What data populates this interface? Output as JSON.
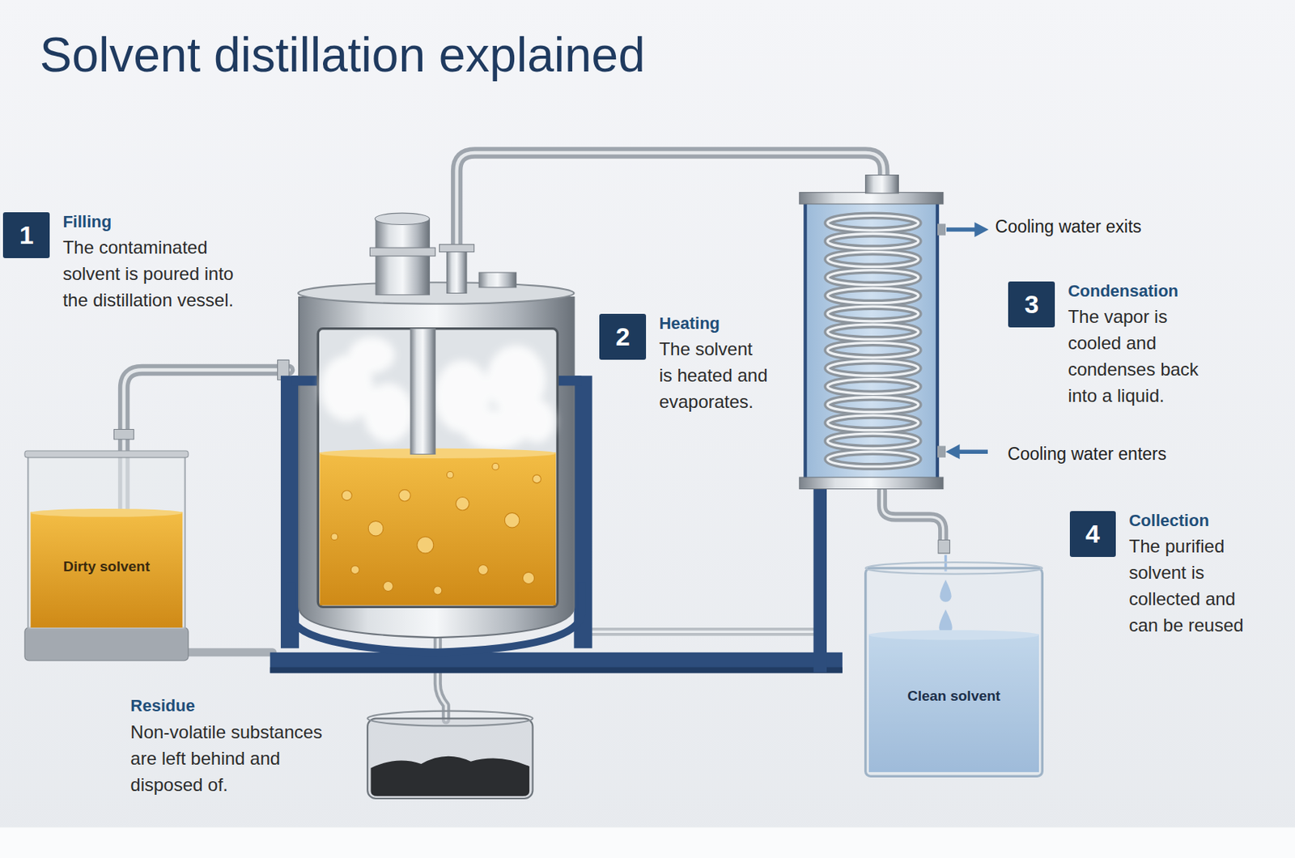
{
  "diagram": {
    "title": "Solvent distillation explained",
    "nodes": [
      {
        "text": [
          "1",
          "Filling",
          "The contaminated solvent is poured into the distillation vessel."
        ]
      },
      {
        "text": [
          "2",
          "Heating",
          "The solvent is heated and evaporates."
        ]
      },
      {
        "text": [
          "3",
          "Condensation",
          "The vapor is cooled and condenses back into a liquid."
        ]
      },
      {
        "text": [
          "Dirty solvent"
        ]
      },
      {
        "text": [
          "4",
          "Collection",
          "The purified solvent is collected and can be reused"
        ]
      },
      {
        "text": [
          "Clean solvent"
        ]
      }
    ],
    "labels": [
      "Cooling water exits",
      "Cooling water enters",
      "Residue",
      "Non-volatile substances are left behind and disposed of."
    ]
  }
}
